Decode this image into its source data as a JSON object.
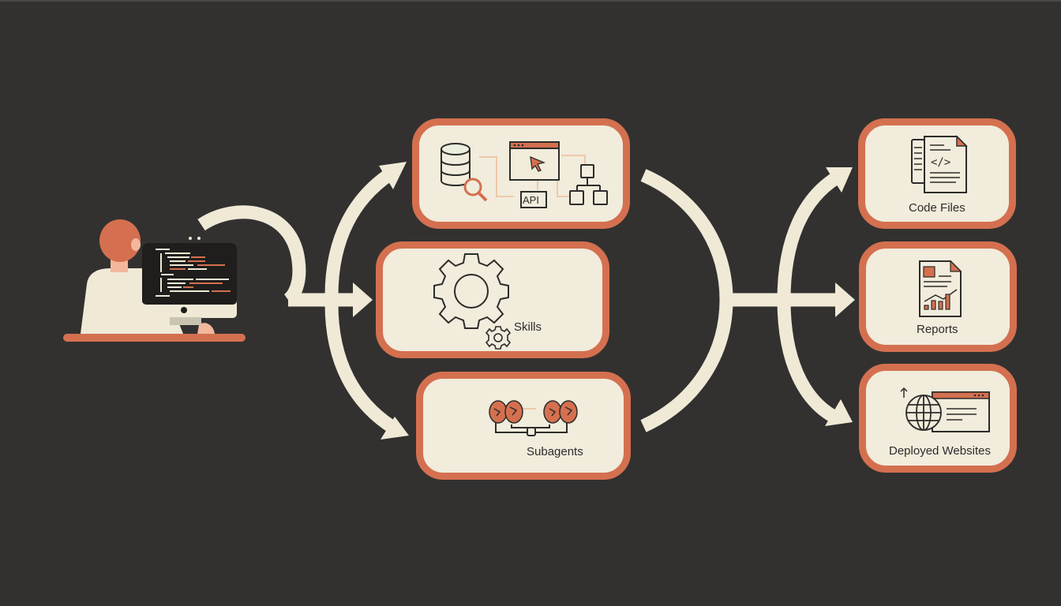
{
  "colors": {
    "background": "#323130",
    "card_fill": "#f1ecdc",
    "card_border": "#d4704f",
    "arrow": "#efe9d6",
    "ink": "#2d2c2a",
    "accent": "#d4704f"
  },
  "user": {
    "description": "Developer at computer with code on screen",
    "icons": [
      "person-icon",
      "monitor-icon",
      "desk-icon"
    ]
  },
  "middle_nodes": [
    {
      "id": "tools",
      "label": "",
      "icons": [
        "database-search-icon",
        "browser-window-icon",
        "api-badge-icon",
        "hierarchy-icon"
      ],
      "api_text": "API"
    },
    {
      "id": "skills",
      "label": "Skills",
      "icons": [
        "gear-icon",
        "small-gear-icon"
      ]
    },
    {
      "id": "subagents",
      "label": "Subagents",
      "icons": [
        "brain-icon",
        "brain-icon",
        "connector-icon"
      ]
    }
  ],
  "outputs": [
    {
      "id": "code-files",
      "label": "Code Files",
      "icons": [
        "code-document-icon"
      ],
      "code_glyph": "</>"
    },
    {
      "id": "reports",
      "label": "Reports",
      "icons": [
        "report-chart-icon"
      ]
    },
    {
      "id": "deployed-websites",
      "label": "Deployed Websites",
      "icons": [
        "globe-icon",
        "browser-window-icon",
        "upload-arrow-icon"
      ]
    }
  ]
}
